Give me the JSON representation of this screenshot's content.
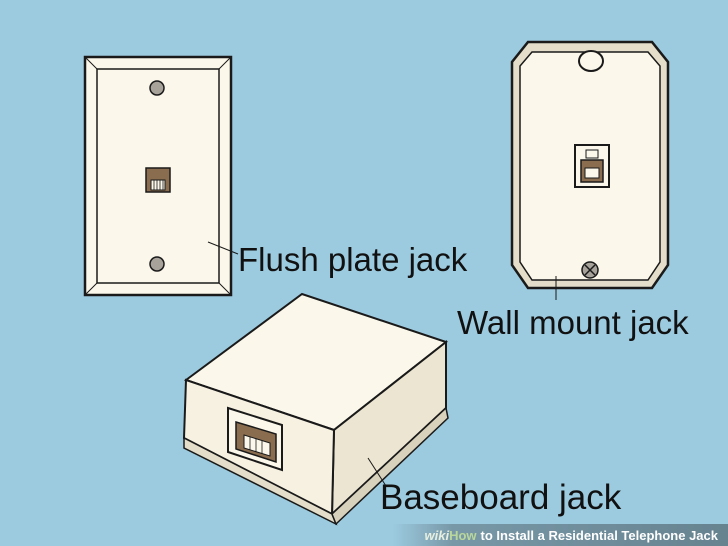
{
  "labels": {
    "flush": "Flush plate jack",
    "wall": "Wall mount jack",
    "baseboard": "Baseboard jack"
  },
  "footer": {
    "brand_wiki": "wiki",
    "brand_how": "How",
    "caption": "to Install a Residential Telephone Jack"
  },
  "colors": {
    "background": "#9ccbe0",
    "plate": "#fbf7ea",
    "plate_shadow": "#e3ddc9",
    "jack_port": "#8a6d4e",
    "screw": "#a7a39b"
  }
}
